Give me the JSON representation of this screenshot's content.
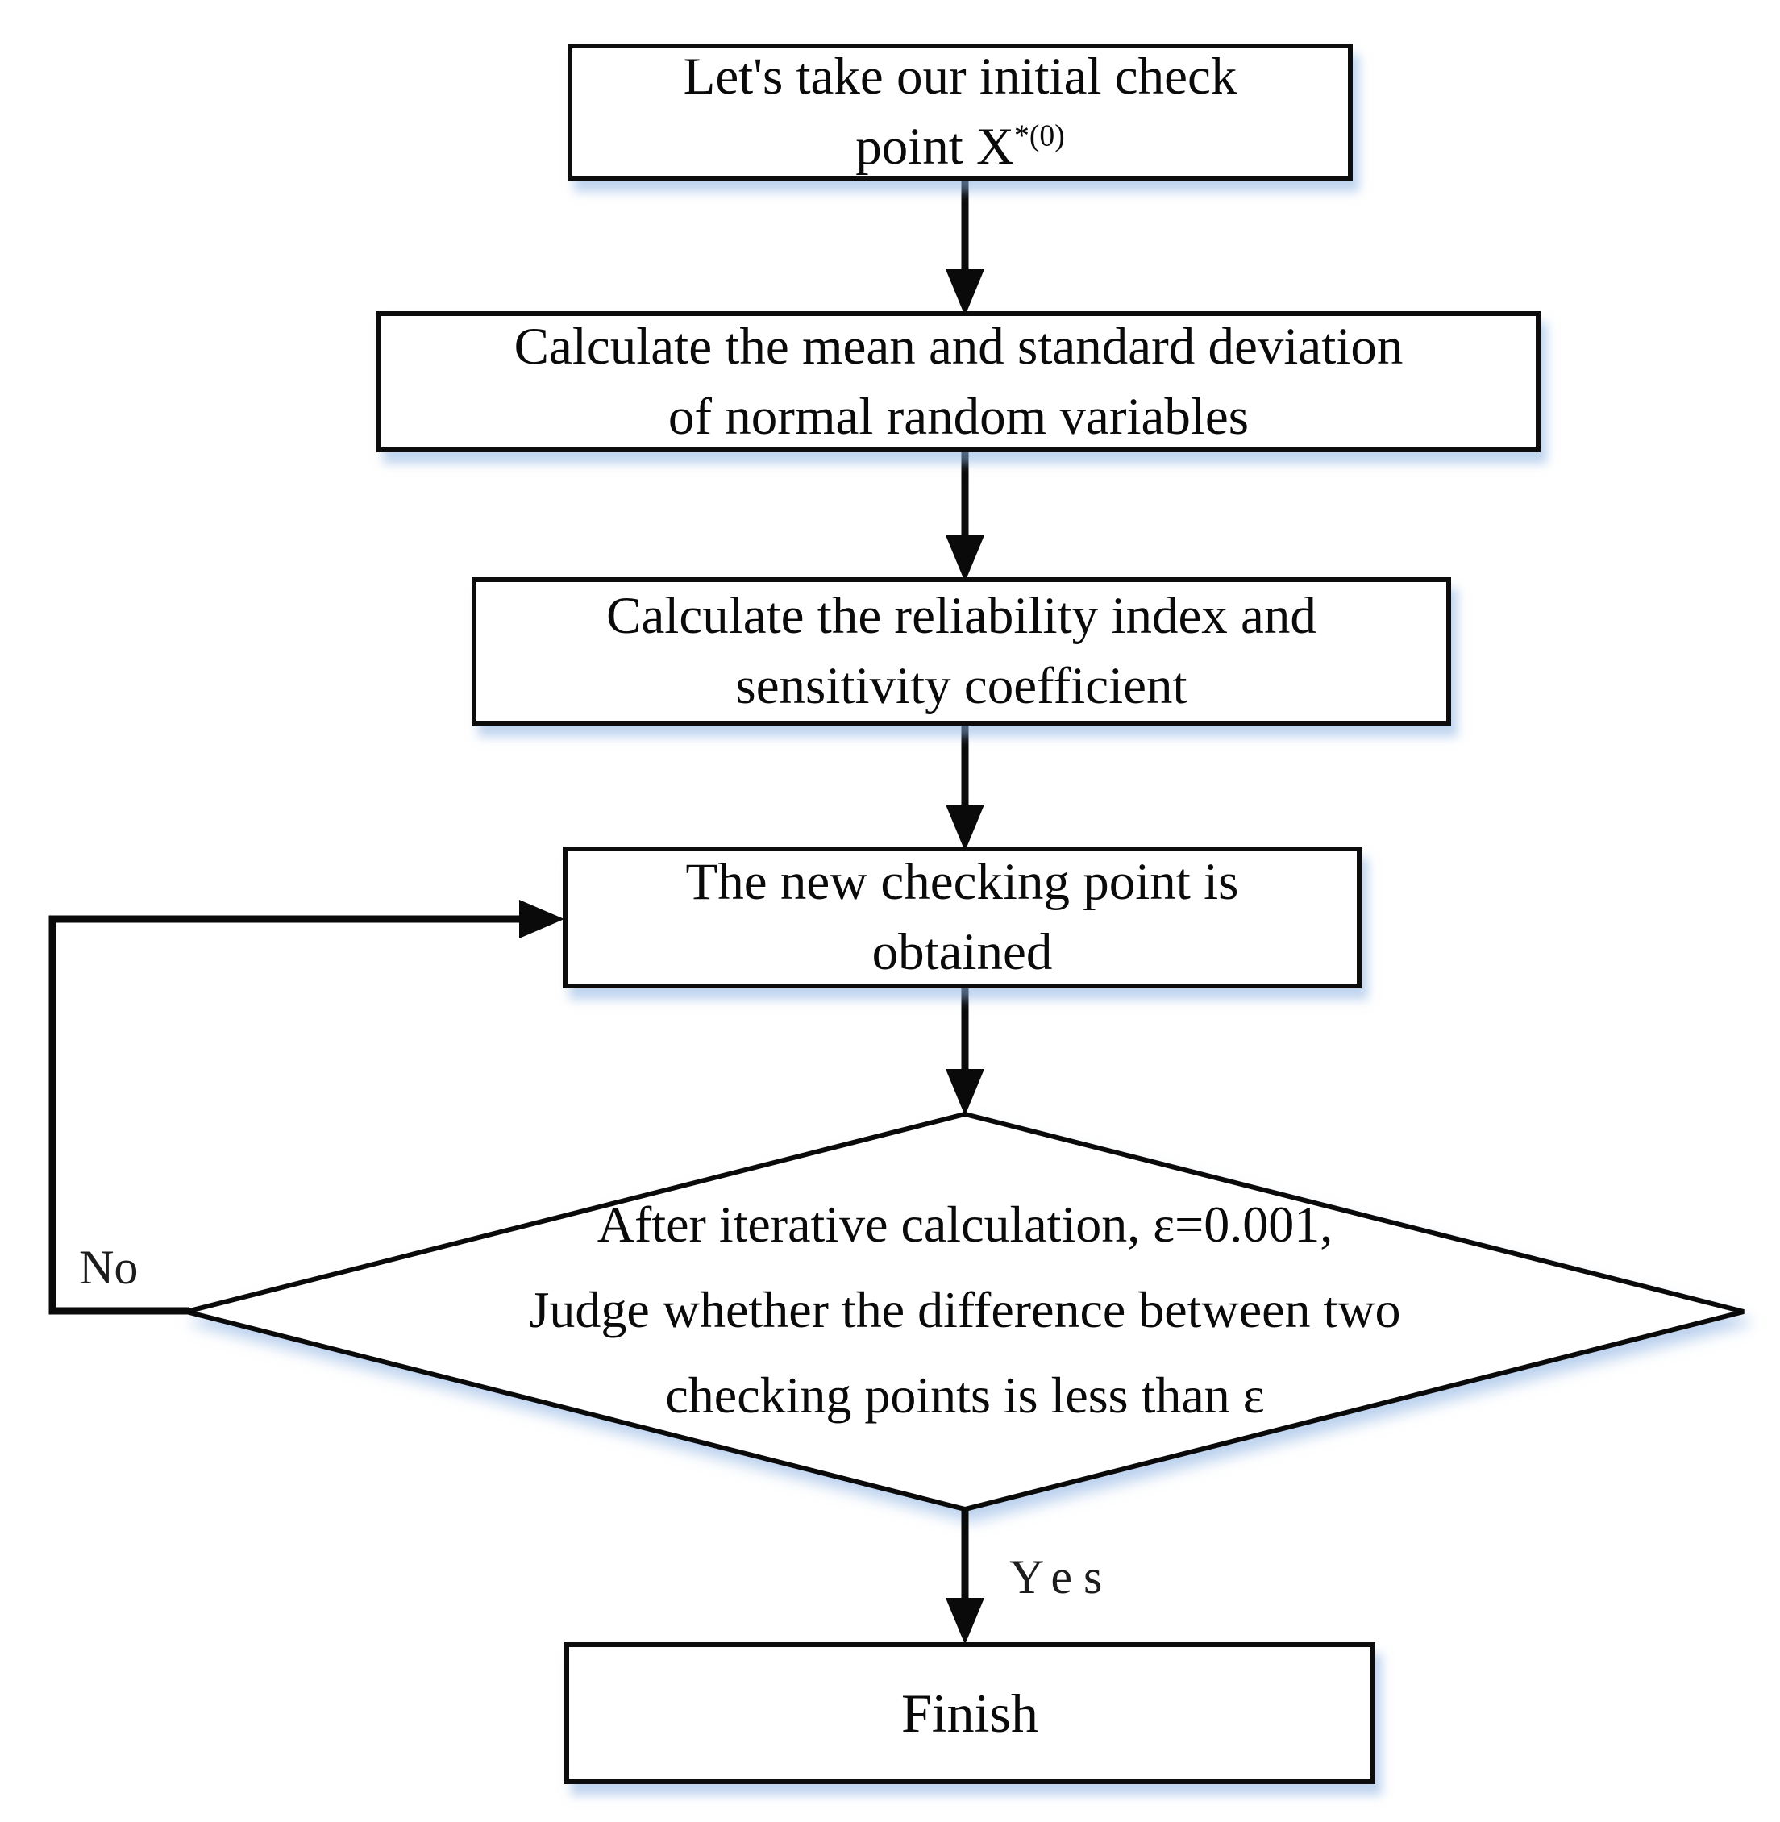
{
  "flowchart": {
    "nodes": {
      "start": {
        "line1": "Let's take our initial check",
        "line2_text": "point X",
        "line2_sup": "*(0)"
      },
      "calc_mean_std": {
        "line1": "Calculate the mean and standard deviation",
        "line2": "of normal random variables"
      },
      "calc_reliability": {
        "line1": "Calculate the reliability index and",
        "line2": "sensitivity coefficient"
      },
      "new_checking_point": {
        "line1": "The new checking point is",
        "line2": "obtained"
      },
      "decision": {
        "line1": "After iterative calculation, ε=0.001,",
        "line2": "Judge whether the difference between two",
        "line3": "checking points is less than ε"
      },
      "finish": {
        "label": "Finish"
      }
    },
    "edge_labels": {
      "no": "No",
      "yes": "Yes"
    },
    "style": {
      "ink_color": "#0a0a0a",
      "shadow_color": "#8db3e2",
      "fill_color": "#ffffff"
    }
  }
}
